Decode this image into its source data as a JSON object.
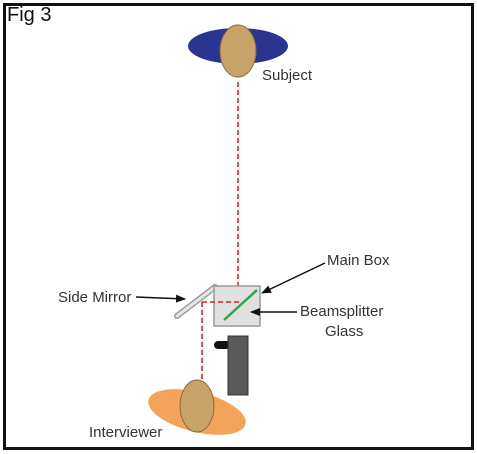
{
  "figure_label": "Fig 3",
  "labels": {
    "subject": "Subject",
    "main_box": "Main Box",
    "side_mirror": "Side Mirror",
    "beamsplitter_line1": "Beamsplitter",
    "beamsplitter_line2": "Glass",
    "interviewer": "Interviewer"
  },
  "colors": {
    "subject_body": "#2b3590",
    "subject_head": "#c9a26a",
    "interviewer_body": "#f2a45a",
    "interviewer_head": "#c9a26a",
    "sight_line": "#d0202a",
    "beamsplitter_glass": "#2aa84a",
    "main_box": "#dcdcdc",
    "stand": "#555555",
    "mirror": "#cfcfcf",
    "border": "#111111"
  }
}
